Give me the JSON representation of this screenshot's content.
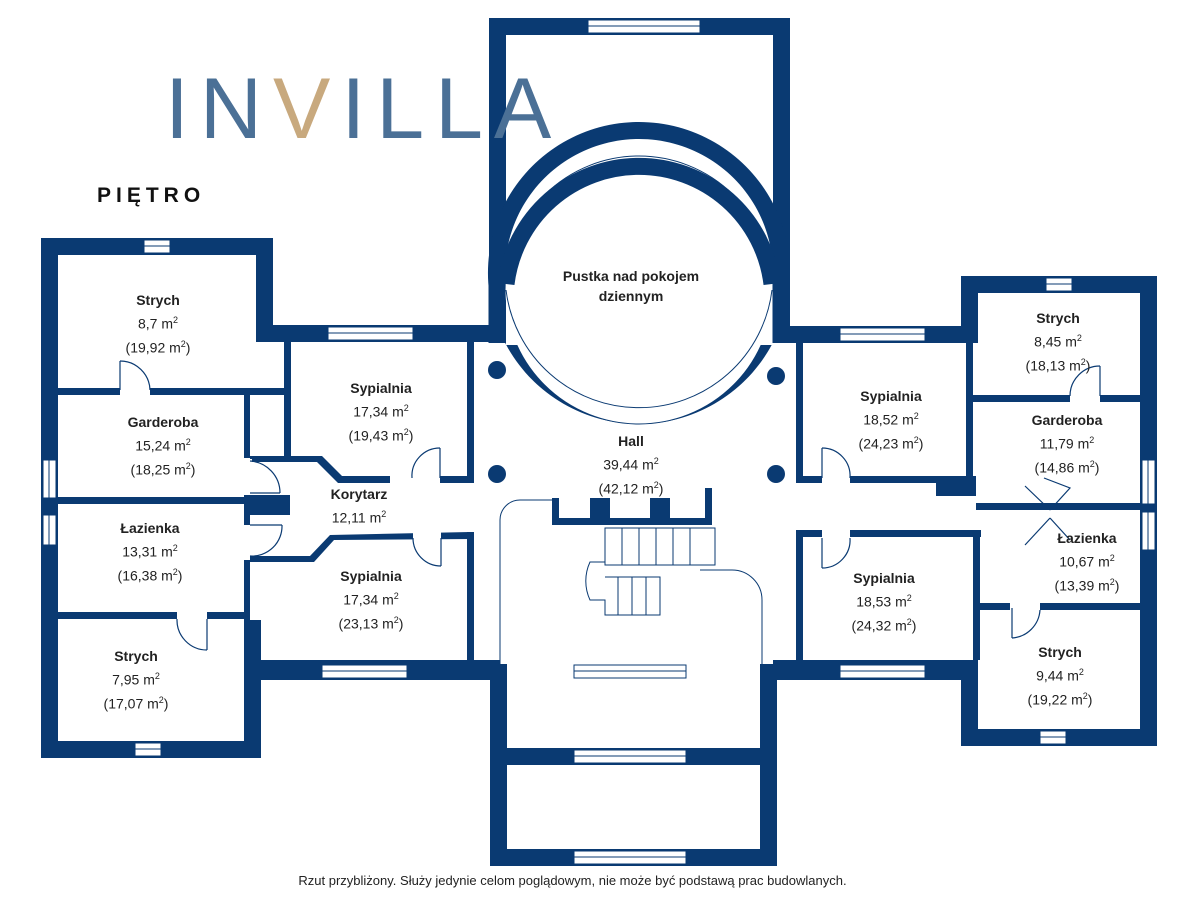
{
  "brand": {
    "logo_text": "INVILLA",
    "accent_color": "#c8a97e",
    "primary_color": "#4b7096"
  },
  "floor": {
    "title": "PIĘTRO"
  },
  "rooms": [
    {
      "name": "Strych",
      "area": "8,7 m",
      "total": "(19,92 m",
      "sup": "2"
    },
    {
      "name": "Garderoba",
      "area": "15,24 m",
      "total": "(18,25 m",
      "sup": "2"
    },
    {
      "name": "Łazienka",
      "area": "13,31 m",
      "total": "(16,38 m",
      "sup": "2"
    },
    {
      "name": "Strych",
      "area": "7,95 m",
      "total": "(17,07 m",
      "sup": "2"
    },
    {
      "name": "Sypialnia",
      "area": "17,34 m",
      "total": "(19,43 m",
      "sup": "2"
    },
    {
      "name": "Korytarz",
      "area": "12,11 m",
      "total": "",
      "sup": "2"
    },
    {
      "name": "Sypialnia",
      "area": "17,34 m",
      "total": "(23,13 m",
      "sup": "2"
    },
    {
      "name": "Pustka nad pokojem",
      "name2": "dziennym"
    },
    {
      "name": "Hall",
      "area": "39,44 m",
      "total": "(42,12 m",
      "sup": "2"
    },
    {
      "name": "Sypialnia",
      "area": "18,52 m",
      "total": "(24,23 m",
      "sup": "2"
    },
    {
      "name": "Sypialnia",
      "area": "18,53 m",
      "total": "(24,32 m",
      "sup": "2"
    },
    {
      "name": "Strych",
      "area": "8,45 m",
      "total": "(18,13 m",
      "sup": "2"
    },
    {
      "name": "Garderoba",
      "area": "11,79 m",
      "total": "(14,86 m",
      "sup": "2"
    },
    {
      "name": "Łazienka",
      "area": "10,67 m",
      "total": "(13,39 m",
      "sup": "2"
    },
    {
      "name": "Strych",
      "area": "9,44 m",
      "total": "(19,22 m",
      "sup": "2"
    }
  ],
  "footnote": "Rzut przybliżony. Służy jedynie celom poglądowym, nie może być podstawą prac budowlanych."
}
